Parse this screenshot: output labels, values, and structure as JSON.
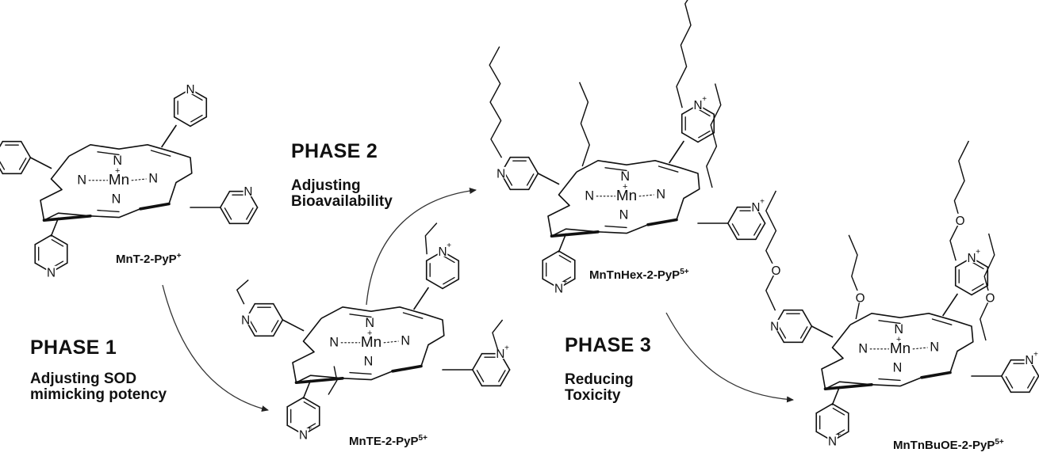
{
  "phases": [
    {
      "title": "PHASE 1",
      "line1": "Adjusting SOD",
      "line2": "mimicking potency"
    },
    {
      "title": "PHASE 2",
      "line1": "Adjusting",
      "line2": "Bioavailability"
    },
    {
      "title": "PHASE 3",
      "line1": "Reducing",
      "line2": "Toxicity"
    }
  ],
  "compounds": [
    {
      "base": "MnT-2-PyP",
      "charge": "+"
    },
    {
      "base": "MnTE-2-PyP",
      "charge": "5+"
    },
    {
      "base": "MnTnHex-2-PyP",
      "charge": "5+"
    },
    {
      "base": "MnTnBuOE-2-PyP",
      "charge": "5+"
    }
  ],
  "atoms": {
    "metal": "Mn",
    "metal_charge": "+",
    "nitrogen": "N",
    "oxygen": "O",
    "pyridinium_charge": "+"
  }
}
